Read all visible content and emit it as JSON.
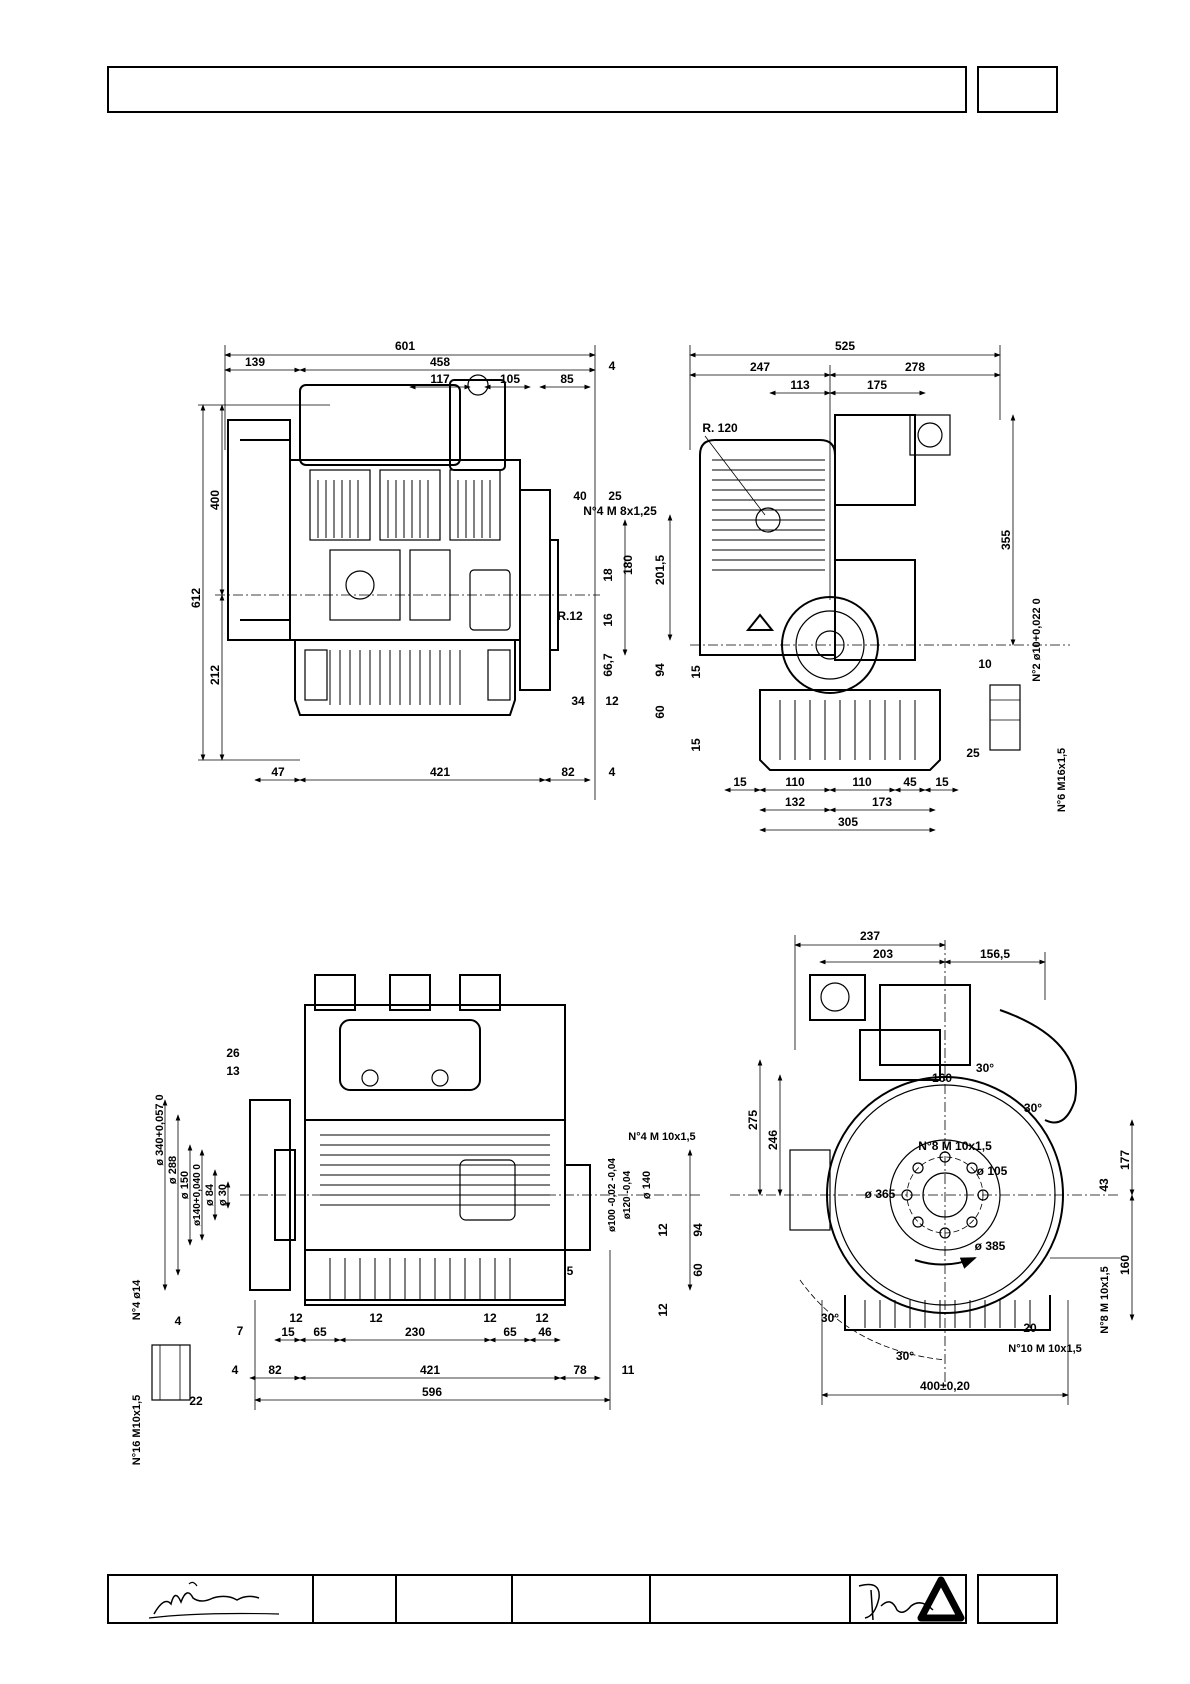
{
  "header": {
    "title": "",
    "page": ""
  },
  "views": {
    "top_left": {
      "dims_top": [
        "601",
        "139",
        "458",
        "117",
        "105",
        "85",
        "4"
      ],
      "dims_right": [
        "40",
        "25",
        "N°4 M 8x1,25",
        "18",
        "180",
        "201,5",
        "16",
        "66,7",
        "34",
        "12",
        "94",
        "15",
        "60",
        "15",
        "R.12"
      ],
      "dims_left": [
        "612",
        "400",
        "212"
      ],
      "dims_bottom": [
        "47",
        "421",
        "82",
        "4"
      ]
    },
    "top_right": {
      "dims_top": [
        "525",
        "247",
        "278",
        "113",
        "175"
      ],
      "radius": "R. 120",
      "dims_right": [
        "355",
        "10",
        "N°2 ø10+0,022 0",
        "25",
        "N°6 M16x1,5"
      ],
      "dims_bottom": [
        "15",
        "110",
        "110",
        "45",
        "15",
        "132",
        "173",
        "305"
      ]
    },
    "bottom_left": {
      "dims_left": [
        "26",
        "13",
        "ø 340+0,057 0",
        "ø 288",
        "ø 150",
        "ø140+0,040 0",
        "ø 84",
        "ø 30",
        "N°4 ø14",
        "4",
        "N°16 M10x1,5",
        "22"
      ],
      "dims_right": [
        "N°4 M 10x1,5",
        "ø100 -0,02 -0,04",
        "ø120 -0,04",
        "ø 140",
        "12",
        "94",
        "5",
        "60",
        "12"
      ],
      "dims_bottom": [
        "7",
        "12",
        "12",
        "12",
        "12",
        "15",
        "65",
        "230",
        "65",
        "46",
        "4",
        "82",
        "421",
        "78",
        "11",
        "596"
      ]
    },
    "bottom_right": {
      "dims_top": [
        "237",
        "203",
        "156,5"
      ],
      "dims_left": [
        "275",
        "246"
      ],
      "labels": [
        "160",
        "30°",
        "30°",
        "N°8 M 10x1,5",
        "ø 105",
        "ø 365",
        "ø 385",
        "30°",
        "30°"
      ],
      "dims_right": [
        "177",
        "43",
        "160",
        "N°8 M 10x1,5",
        "20",
        "N°10 M 10x1,5"
      ],
      "dims_bottom": [
        "400±0,20"
      ]
    }
  },
  "footer": {
    "signature_left": "signature",
    "cells": [
      "",
      "",
      "",
      ""
    ],
    "signature_right": "signature",
    "logo": "triangle-logo-icon",
    "page": ""
  }
}
